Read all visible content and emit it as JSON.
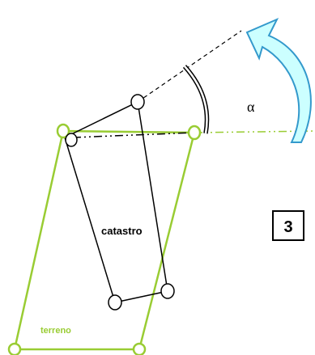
{
  "labels": {
    "cadastre": "catastro",
    "terrain": "terreno",
    "angle": "α",
    "step": "3"
  },
  "colors": {
    "terrain": "#99cc33",
    "cadastre": "#000000",
    "rotation_arrow_fill": "#ccffff",
    "rotation_arrow_stroke": "#3399cc",
    "background": "#ffffff"
  }
}
